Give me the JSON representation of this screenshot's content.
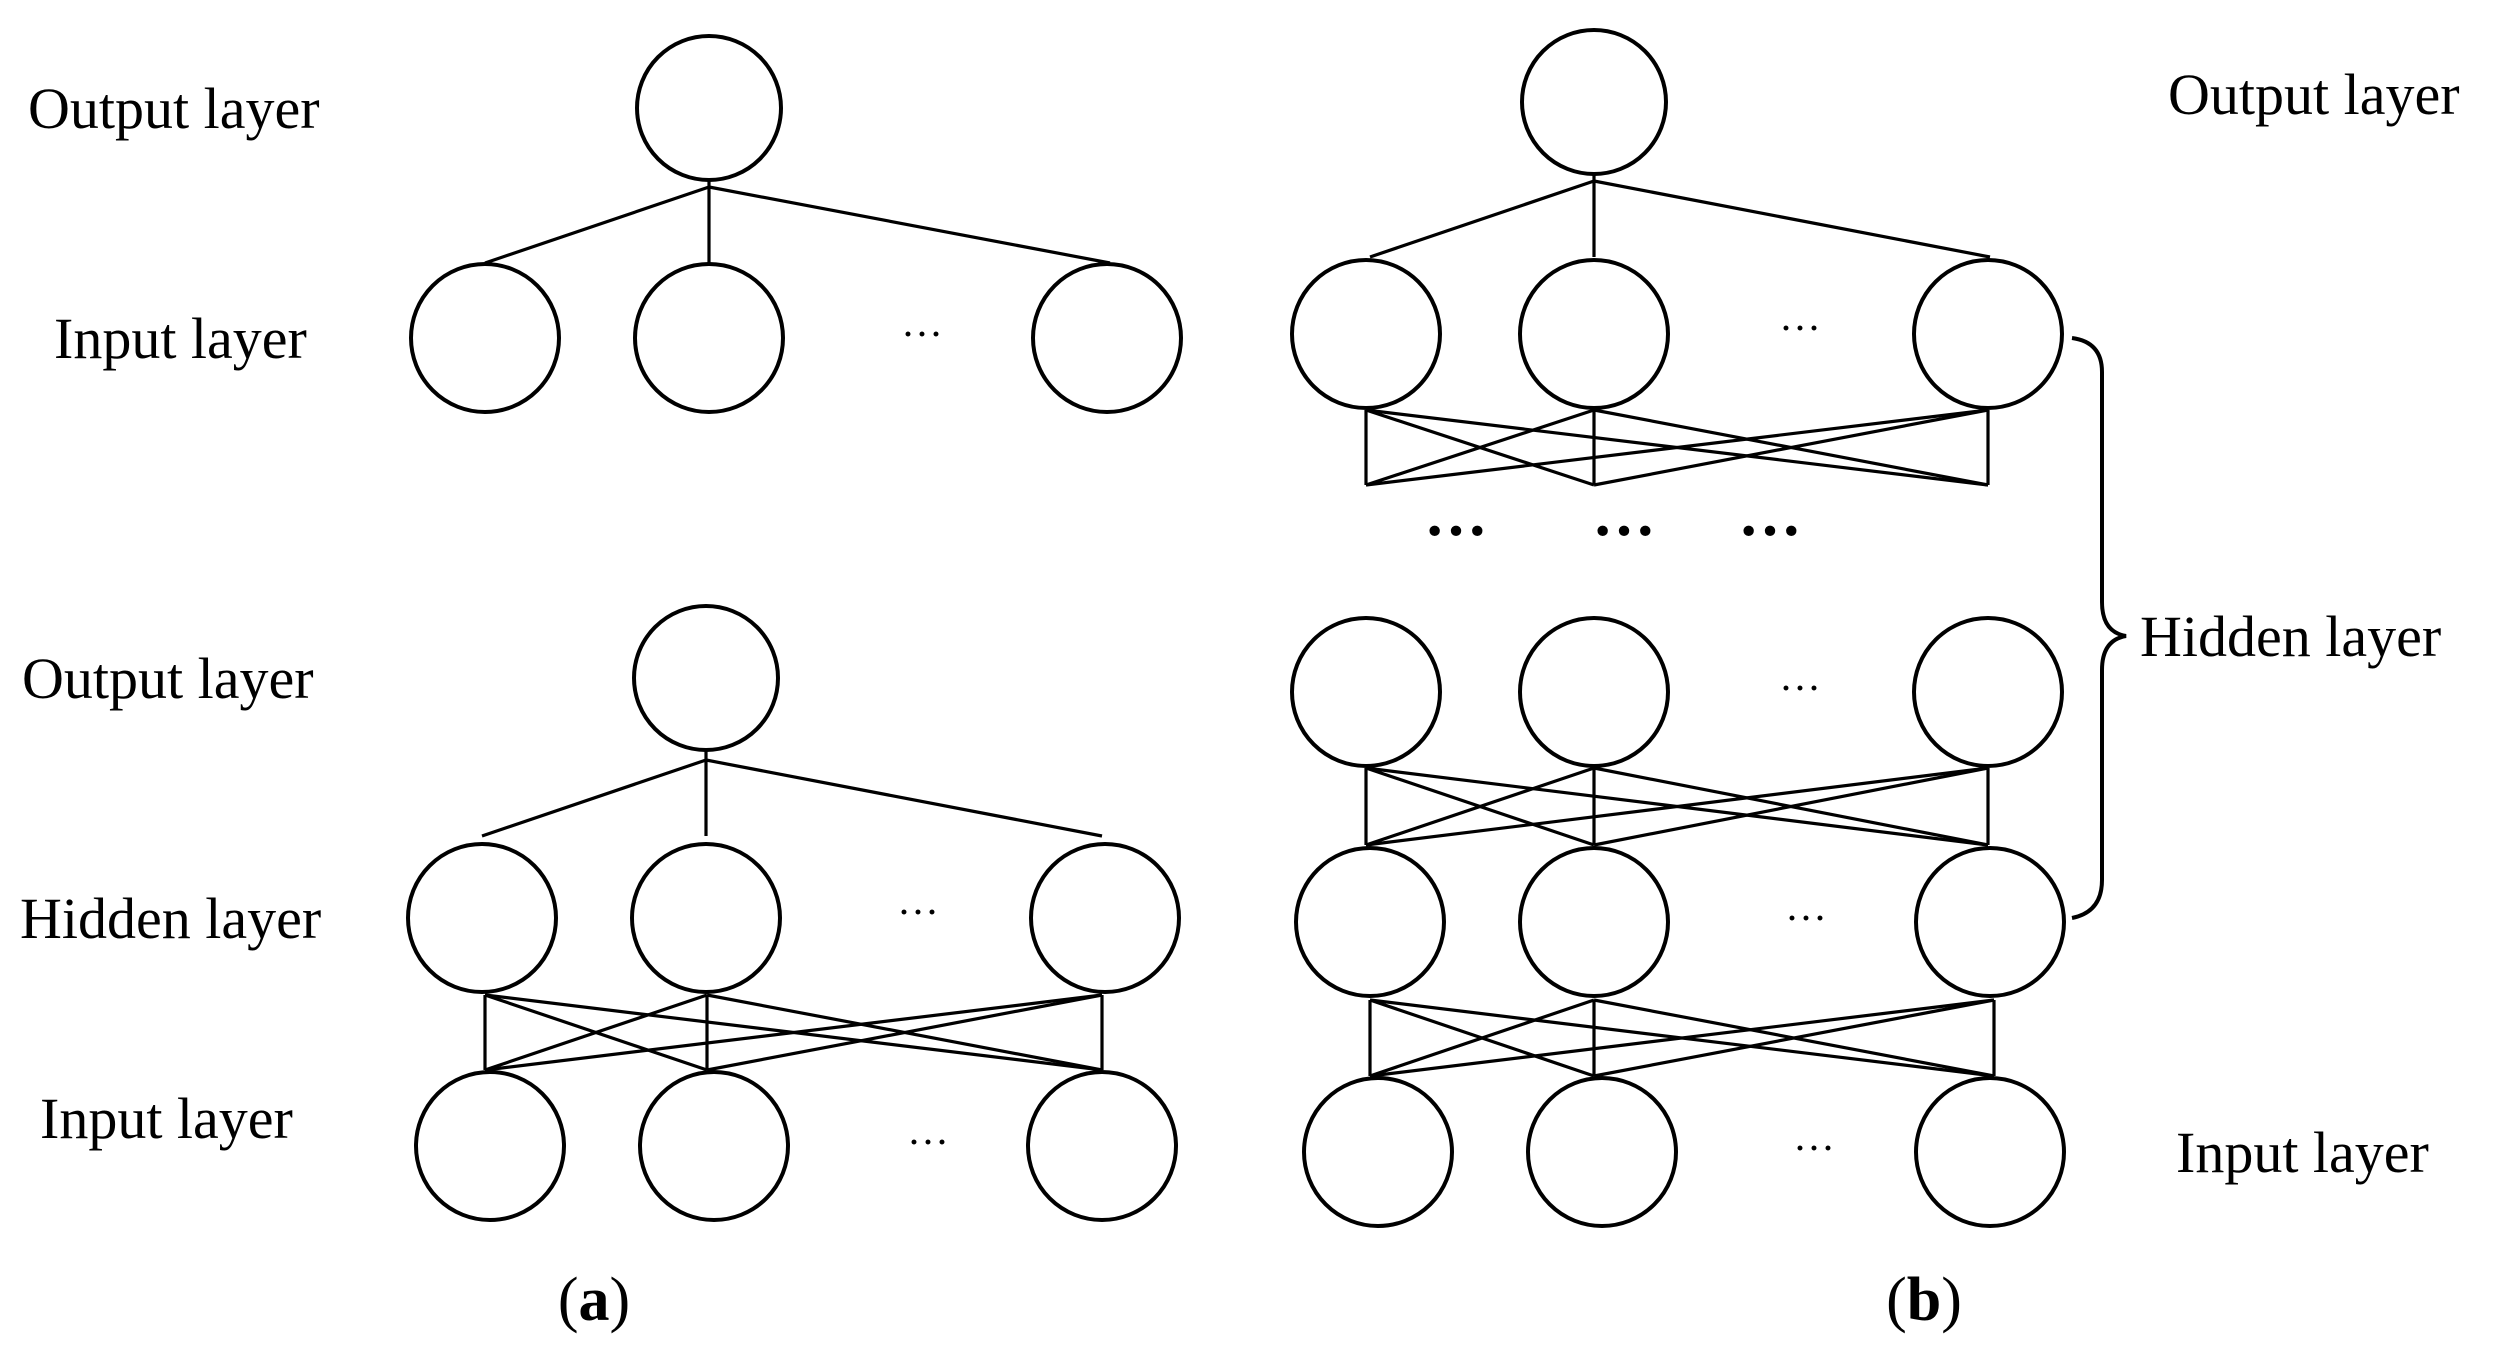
{
  "labels": {
    "a_top_output": "Output layer",
    "a_top_input": "Input layer",
    "a_bottom_output": "Output layer",
    "a_bottom_hidden": "Hidden layer",
    "a_bottom_input": "Input layer",
    "b_output": "Output layer",
    "b_hidden": "Hidden layer",
    "b_input": "Input layer"
  },
  "ellipsis": {
    "small": "···",
    "bold": "···"
  },
  "panels": {
    "a": "a",
    "b": "b",
    "open_paren": "(",
    "close_paren": ")"
  }
}
